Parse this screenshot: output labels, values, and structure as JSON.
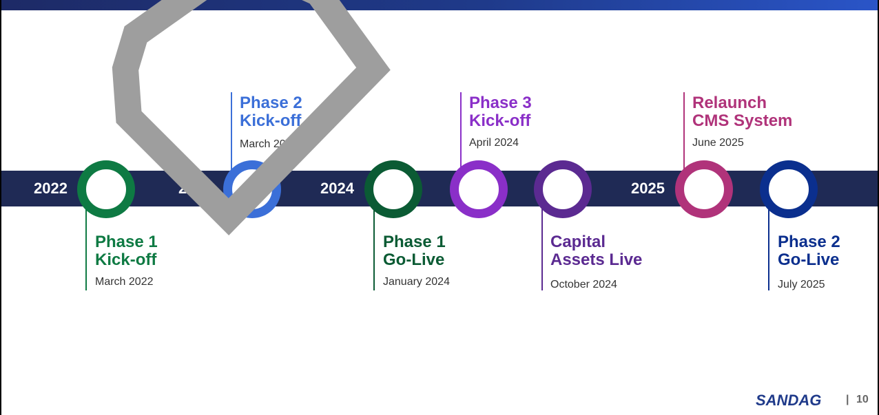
{
  "years": [
    "2022",
    "2023",
    "2024",
    "2025"
  ],
  "milestones": [
    {
      "title_line1": "Phase 1",
      "title_line2": "Kick-off",
      "date": "March 2022",
      "color": "#0e7a43",
      "ring": "#0e7a43"
    },
    {
      "title_line1": "Phase 2",
      "title_line2": "Kick-off",
      "date": "March 2023",
      "color": "#3b6fd8",
      "ring": "#3b6fd8"
    },
    {
      "title_line1": "Phase 1",
      "title_line2": "Go-Live",
      "date": "January 2024",
      "color": "#0b5b34",
      "ring": "#0b5b34"
    },
    {
      "title_line1": "Phase 3",
      "title_line2": "Kick-off",
      "date": "April 2024",
      "color": "#8a2fc8",
      "ring": "#8a2fc8"
    },
    {
      "title_line1": "Capital",
      "title_line2": "Assets Live",
      "date": "October 2024",
      "color": "#5b2a91",
      "ring": "#5b2a91"
    },
    {
      "title_line1": "Relaunch",
      "title_line2": "CMS System",
      "date": "June 2025",
      "color": "#b0337a",
      "ring": "#b0337a"
    },
    {
      "title_line1": "Phase 2",
      "title_line2": "Go-Live",
      "date": "July 2025",
      "color": "#0b2f8e",
      "ring": "#0b2f8e"
    }
  ],
  "footer": {
    "logo_text": "SANDAG",
    "separator": "|",
    "page_number": "10"
  },
  "colors": {
    "timeline_bar": "#1f2a55",
    "header_band": "#1f3a8a",
    "watermark": "#9e9e9e"
  }
}
